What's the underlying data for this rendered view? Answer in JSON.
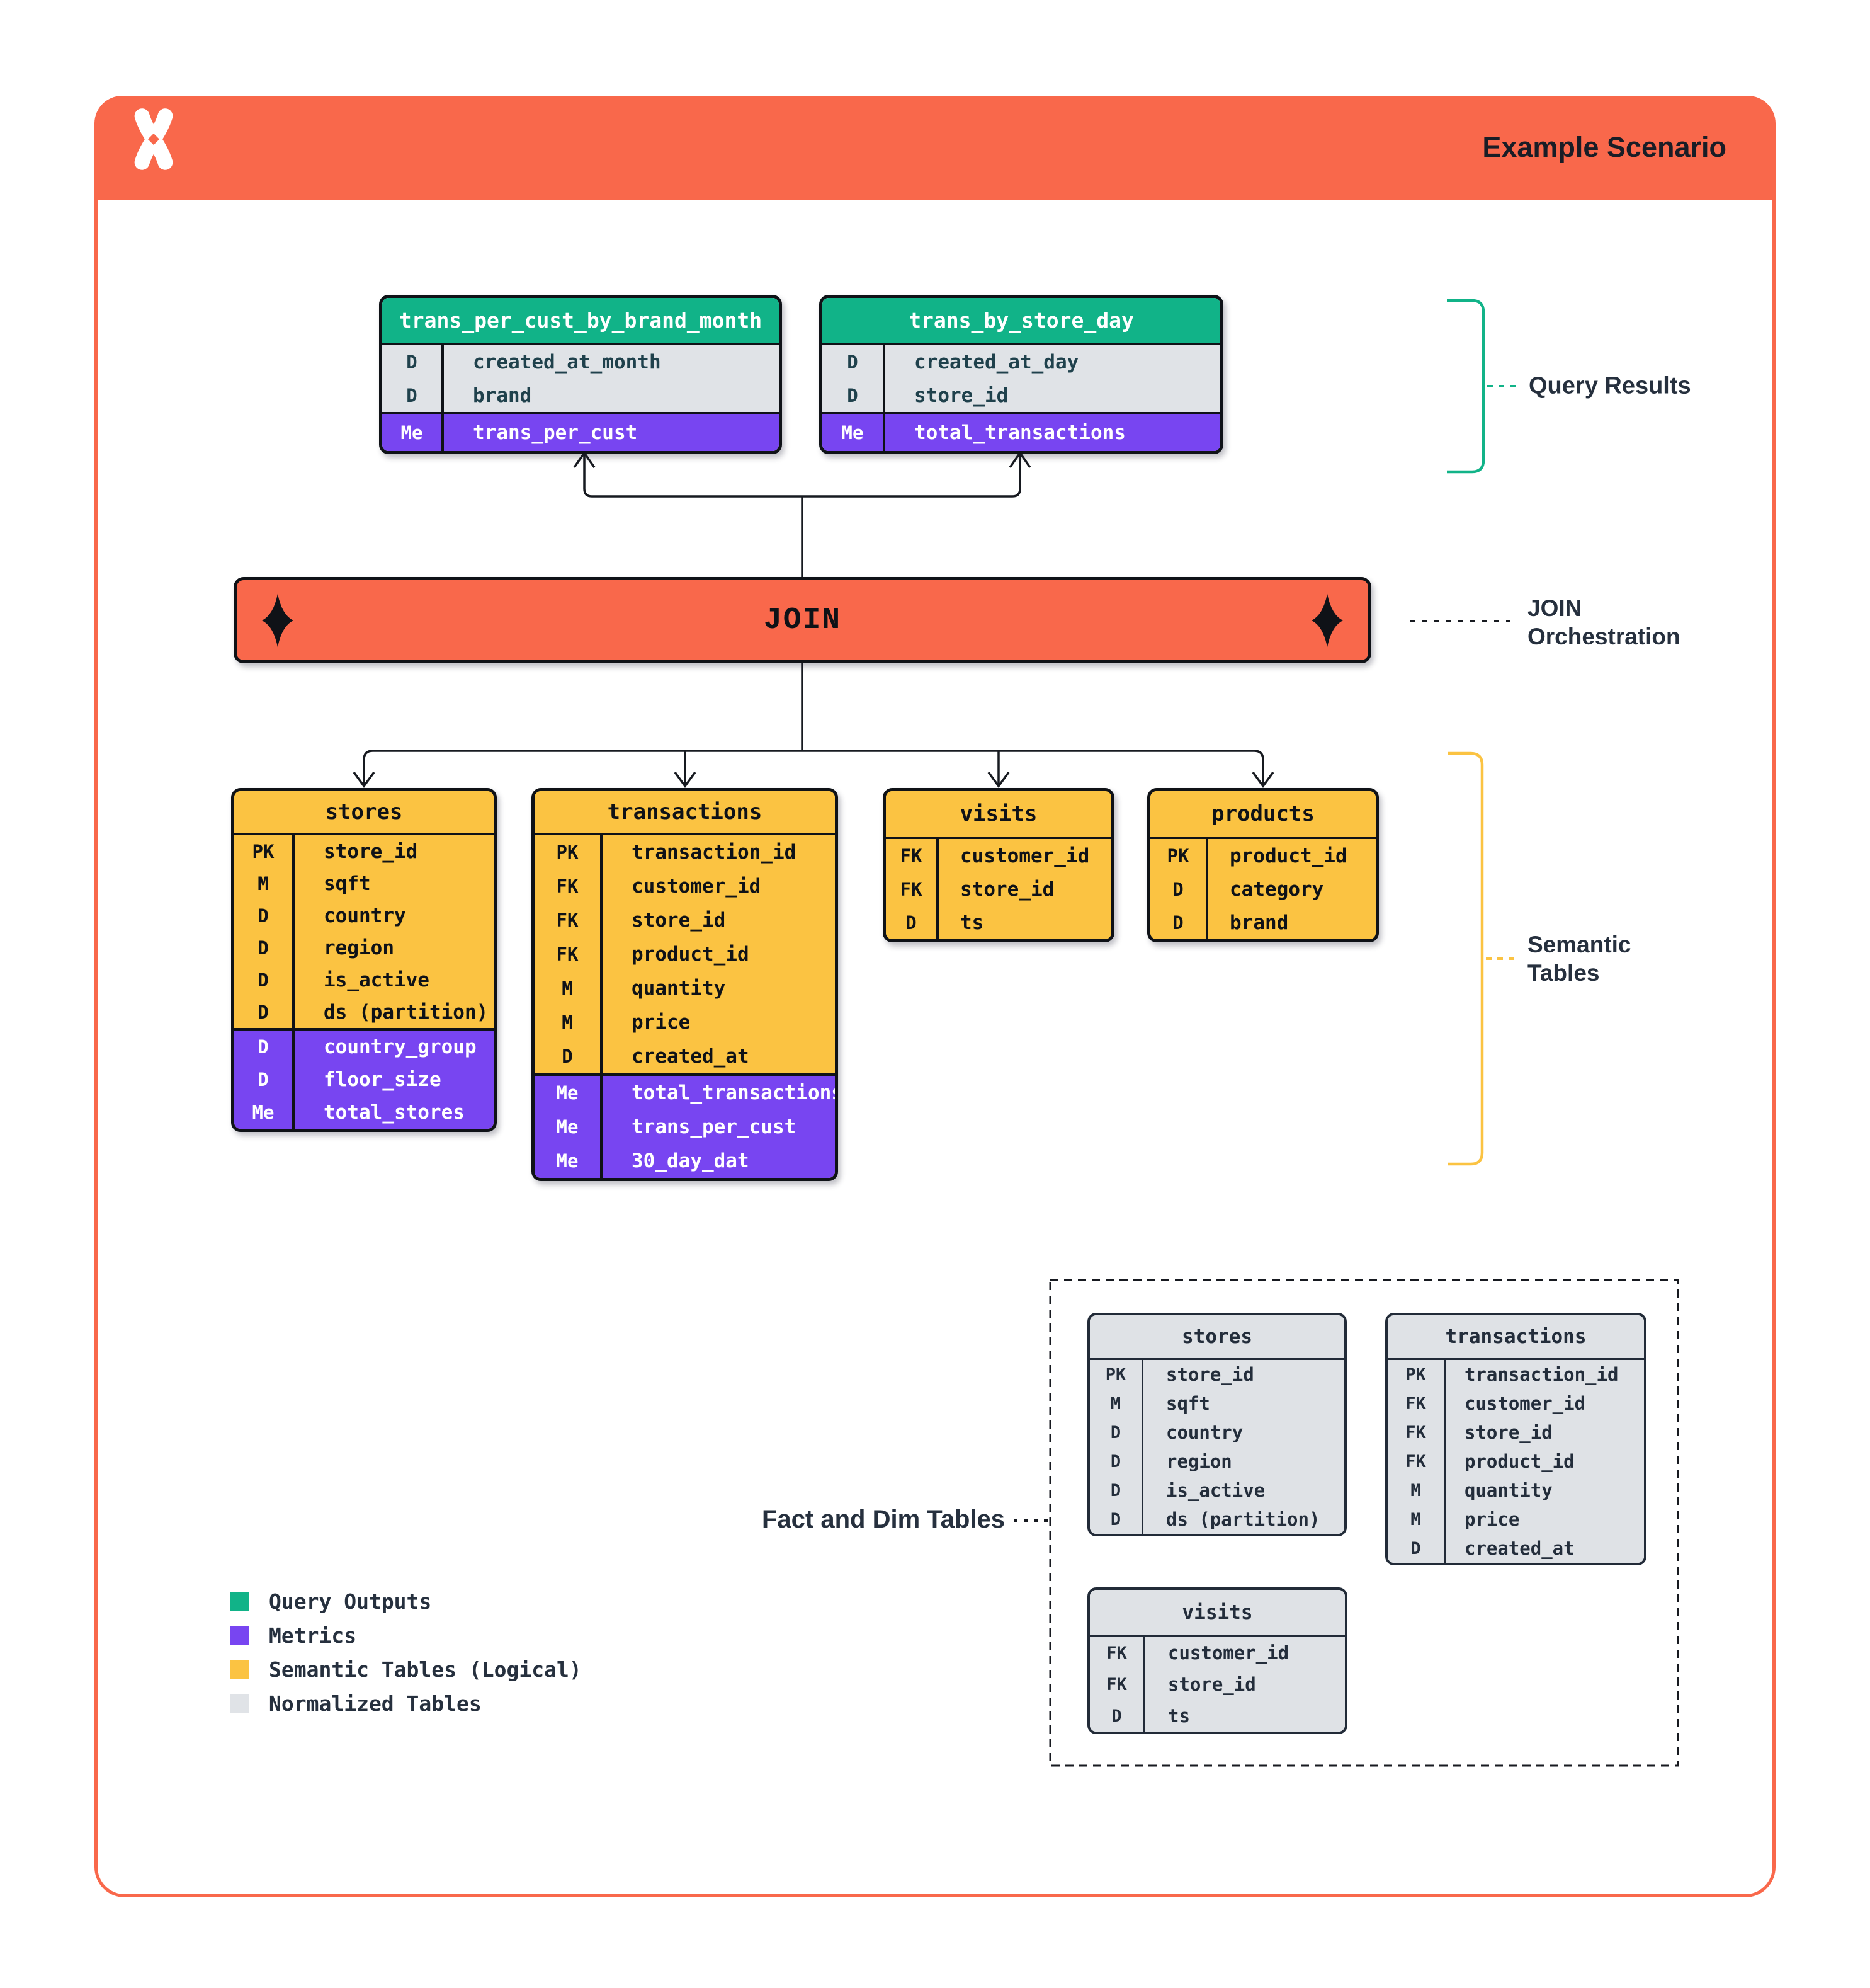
{
  "header": {
    "title": "Example Scenario",
    "logo": "x-pinwheel-logo"
  },
  "colors": {
    "orange": "#F9684B",
    "teal": "#11B388",
    "purple": "#7845F1",
    "yellow": "#FBC342",
    "gray_row": "#E0E3E7",
    "navy": "#26303E",
    "ink": "#0F1217"
  },
  "join": {
    "label": "JOIN"
  },
  "annotations": {
    "query_results": "Query Results",
    "join_line1": "JOIN",
    "join_line2": "Orchestration",
    "semantic_line1": "Semantic",
    "semantic_line2": "Tables",
    "fact": "Fact and Dim Tables"
  },
  "query_results": {
    "tables": [
      {
        "name": "trans_per_cust_by_brand_month",
        "dims": [
          {
            "key": "D",
            "name": "created_at_month"
          },
          {
            "key": "D",
            "name": "brand"
          }
        ],
        "metrics": [
          {
            "key": "Me",
            "name": "trans_per_cust"
          }
        ]
      },
      {
        "name": "trans_by_store_day",
        "dims": [
          {
            "key": "D",
            "name": "created_at_day"
          },
          {
            "key": "D",
            "name": "store_id"
          }
        ],
        "metrics": [
          {
            "key": "Me",
            "name": "total_transactions"
          }
        ]
      }
    ]
  },
  "semantic": {
    "tables": [
      {
        "name": "stores",
        "cols": [
          {
            "key": "PK",
            "name": "store_id"
          },
          {
            "key": "M",
            "name": "sqft"
          },
          {
            "key": "D",
            "name": "country"
          },
          {
            "key": "D",
            "name": "region"
          },
          {
            "key": "D",
            "name": "is_active"
          },
          {
            "key": "D",
            "name": "ds (partition)"
          }
        ],
        "metrics": [
          {
            "key": "D",
            "name": "country_group"
          },
          {
            "key": "D",
            "name": "floor_size"
          },
          {
            "key": "Me",
            "name": "total_stores"
          }
        ]
      },
      {
        "name": "transactions",
        "cols": [
          {
            "key": "PK",
            "name": "transaction_id"
          },
          {
            "key": "FK",
            "name": "customer_id"
          },
          {
            "key": "FK",
            "name": "store_id"
          },
          {
            "key": "FK",
            "name": "product_id"
          },
          {
            "key": "M",
            "name": "quantity"
          },
          {
            "key": "M",
            "name": "price"
          },
          {
            "key": "D",
            "name": "created_at"
          }
        ],
        "metrics": [
          {
            "key": "Me",
            "name": "total_transactions"
          },
          {
            "key": "Me",
            "name": "trans_per_cust"
          },
          {
            "key": "Me",
            "name": "30_day_dat"
          }
        ]
      },
      {
        "name": "visits",
        "cols": [
          {
            "key": "FK",
            "name": "customer_id"
          },
          {
            "key": "FK",
            "name": "store_id"
          },
          {
            "key": "D",
            "name": "ts"
          }
        ],
        "metrics": []
      },
      {
        "name": "products",
        "cols": [
          {
            "key": "PK",
            "name": "product_id"
          },
          {
            "key": "D",
            "name": "category"
          },
          {
            "key": "D",
            "name": "brand"
          }
        ],
        "metrics": []
      }
    ]
  },
  "normalized": {
    "tables": [
      {
        "name": "stores",
        "cols": [
          {
            "key": "PK",
            "name": "store_id"
          },
          {
            "key": "M",
            "name": "sqft"
          },
          {
            "key": "D",
            "name": "country"
          },
          {
            "key": "D",
            "name": "region"
          },
          {
            "key": "D",
            "name": "is_active"
          },
          {
            "key": "D",
            "name": "ds (partition)"
          }
        ]
      },
      {
        "name": "transactions",
        "cols": [
          {
            "key": "PK",
            "name": "transaction_id"
          },
          {
            "key": "FK",
            "name": "customer_id"
          },
          {
            "key": "FK",
            "name": "store_id"
          },
          {
            "key": "FK",
            "name": "product_id"
          },
          {
            "key": "M",
            "name": "quantity"
          },
          {
            "key": "M",
            "name": "price"
          },
          {
            "key": "D",
            "name": "created_at"
          }
        ]
      },
      {
        "name": "visits",
        "cols": [
          {
            "key": "FK",
            "name": "customer_id"
          },
          {
            "key": "FK",
            "name": "store_id"
          },
          {
            "key": "D",
            "name": "ts"
          }
        ]
      }
    ]
  },
  "legend": {
    "items": [
      {
        "label": "Query Outputs",
        "color": "#11B388"
      },
      {
        "label": "Metrics",
        "color": "#7845F1"
      },
      {
        "label": "Semantic Tables (Logical)",
        "color": "#FBC342"
      },
      {
        "label": "Normalized Tables",
        "color": "#E0E3E7"
      }
    ]
  }
}
